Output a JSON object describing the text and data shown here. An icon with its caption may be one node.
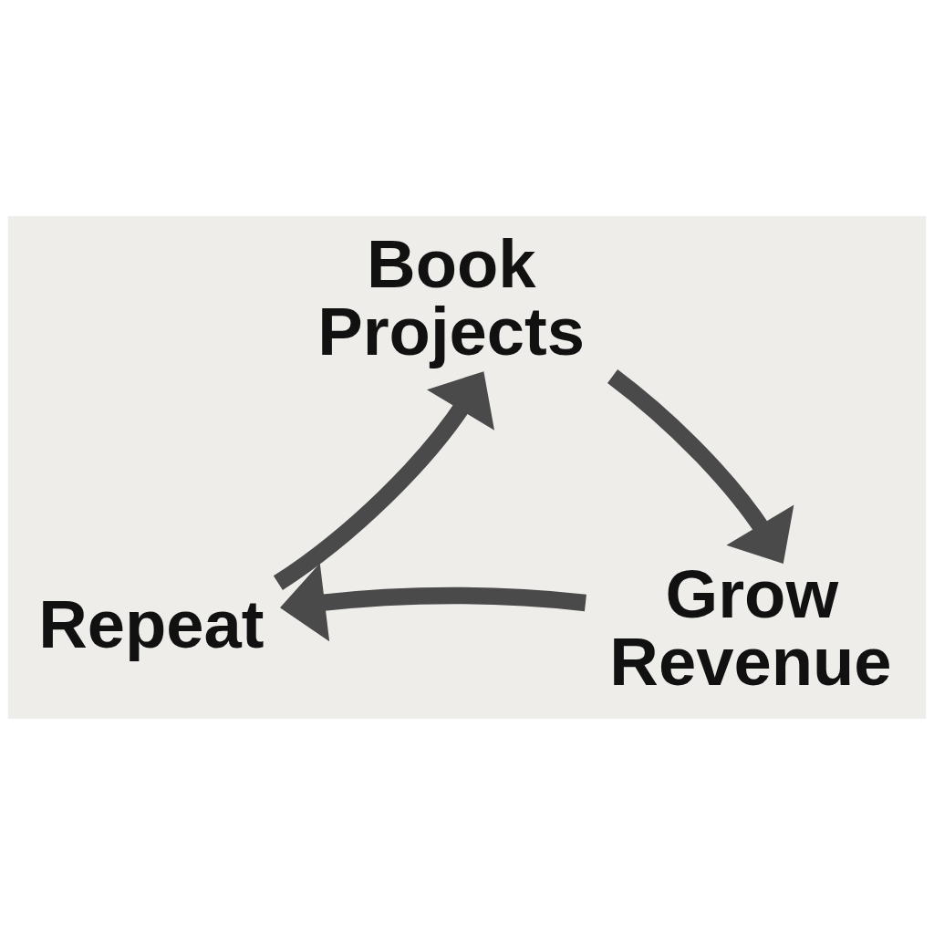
{
  "diagram": {
    "nodes": [
      {
        "text": [
          "Book Projects"
        ]
      },
      {
        "text": [
          "Grow Revenue"
        ]
      },
      {
        "text": [
          "Repeat"
        ]
      }
    ],
    "edges": [
      {
        "from": 0,
        "to": 1,
        "arrow": "to"
      },
      {
        "from": 1,
        "to": 2,
        "arrow": "to"
      },
      {
        "from": 2,
        "to": 0,
        "arrow": "to"
      }
    ]
  }
}
